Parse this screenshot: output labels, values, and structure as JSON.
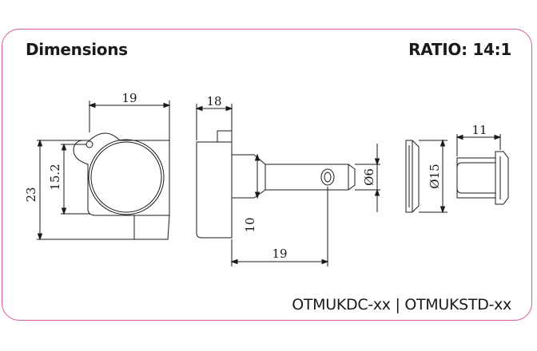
{
  "title": "Dimensions",
  "ratio": "RATIO: 14:1",
  "models": "OTMUKDC-xx | OTMUKSTD-xx",
  "dimensions": {
    "front_width": "19",
    "front_height": "23",
    "front_inner_height": "15.2",
    "side_width": "18",
    "shaft_diameter": "Ø6",
    "base_height": "10",
    "post_length": "19",
    "washer_diameter": "Ø15",
    "bushing_length": "11"
  },
  "colors": {
    "border": "#d9559a",
    "ink": "#1a1a1a"
  }
}
